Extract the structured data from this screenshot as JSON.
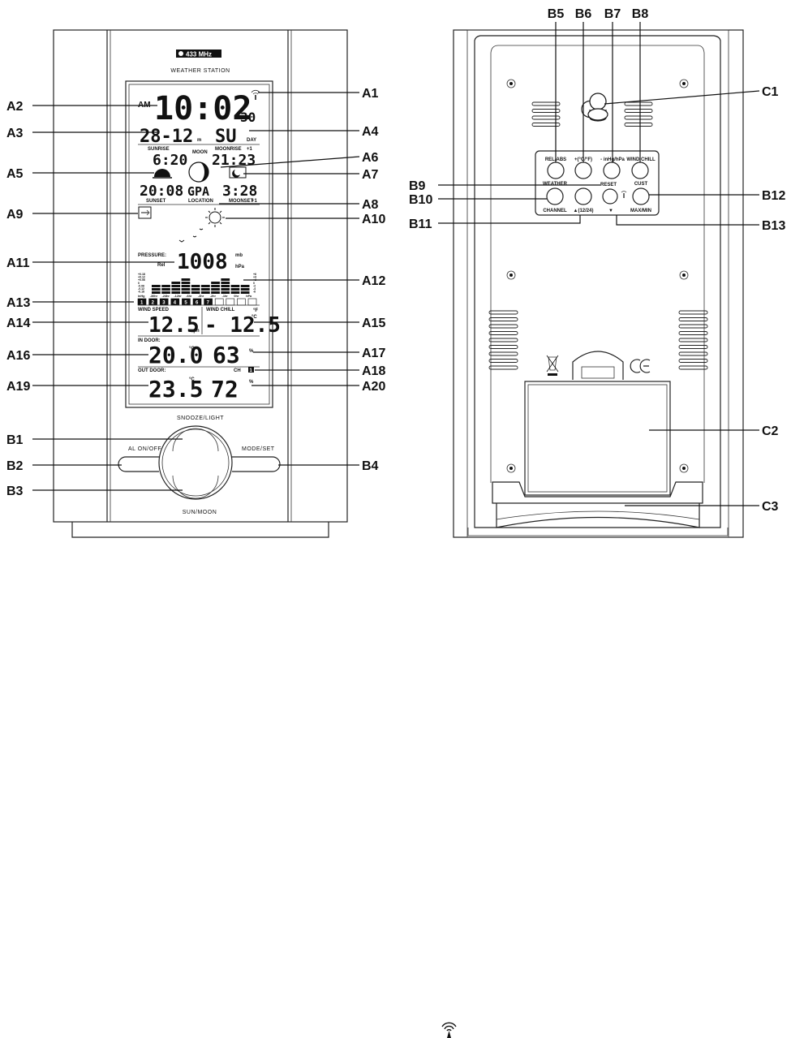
{
  "front": {
    "badge": "433 MHz",
    "brand": "WEATHER STATION",
    "time": {
      "ampm": "AM",
      "main": "10:02",
      "seconds": "30"
    },
    "date": {
      "value": "28-12",
      "month_unit": "m",
      "weekday": "SU",
      "weekday_unit": "DAY"
    },
    "sun_moon": {
      "sunrise_label": "SUNRISE",
      "sunrise": "6:20",
      "moonrise_label": "MOONRISE",
      "moonrise_suffix": "+1",
      "moonrise": "21:23",
      "moon_label": "MOON",
      "sunset": "20:08",
      "location": "GPA",
      "moonset": "3:28",
      "sunset_label": "SUNSET",
      "location_label": "LOCATION",
      "moonset_label": "MOONSET",
      "moonset_suffix": "+1"
    },
    "pressure": {
      "label": "PRESSURE:",
      "rel": "Rel",
      "value": "1008",
      "unit_mb": "mb",
      "unit_hpa": "hPa",
      "left_scale": [
        "+0.18",
        "+0.12",
        "+0.06",
        "0",
        "-0.06",
        "-0.12",
        "-0.18"
      ],
      "right_scale": [
        "+6",
        "+4",
        "+2",
        "0",
        "-2",
        "-4",
        "-6"
      ],
      "x_labels": [
        "inHg",
        "-30hr",
        "-24hr",
        "-12hr",
        "-6hr",
        "-3hr",
        "-2hr",
        "-1hr",
        "0hr",
        "hPa"
      ],
      "bars": [
        3,
        3,
        4,
        5,
        3,
        3,
        4,
        5,
        3,
        3
      ],
      "channel_boxes": [
        "1",
        "2",
        "3",
        "4",
        "5",
        "6",
        "7"
      ]
    },
    "wind": {
      "speed_label": "WIND SPEED",
      "speed": "12.5",
      "speed_unit": "mph",
      "chill_label": "WIND CHILL",
      "chill": "- 12.5",
      "chill_unit": "°C",
      "chill_sub": "°F"
    },
    "indoor": {
      "label": "IN DOOR:",
      "temp": "20.0",
      "temp_unit": "°C",
      "humidity": "63",
      "humidity_unit": "%"
    },
    "outdoor": {
      "label": "OUT DOOR:",
      "ch_label": "CH",
      "ch": "1",
      "temp": "23.5",
      "temp_unit": "°C",
      "humidity": "72",
      "humidity_unit": "%"
    },
    "buttons": {
      "snooze": "SNOOZE/LIGHT",
      "alarm": "AL ON/OFF",
      "mode": "MODE/SET",
      "sunmoon": "SUN/MOON"
    }
  },
  "back": {
    "buttons_top": [
      "REL/ABS",
      "+(°C/°F)",
      "- inHg/hPa",
      "WIND CHILL"
    ],
    "weather": "WEATHER",
    "reset": "RESET",
    "cust": "CUST",
    "buttons_bottom": [
      "CHANNEL",
      "▲(12/24)",
      "▼",
      "MAX/MIN"
    ]
  },
  "callouts": {
    "left": [
      "A2",
      "A3",
      "A5",
      "A9",
      "A11",
      "A13",
      "A14",
      "A16",
      "A19",
      "B1",
      "B2",
      "B3"
    ],
    "right": [
      "A1",
      "A4",
      "A6",
      "A7",
      "A8",
      "A10",
      "A12",
      "A15",
      "A17",
      "A18",
      "A20",
      "B4"
    ],
    "back_top": [
      "B5",
      "B6",
      "B7",
      "B8"
    ],
    "back_left": [
      "B9",
      "B10",
      "B11"
    ],
    "back_right": [
      "C1",
      "B12",
      "B13",
      "C2",
      "C3"
    ]
  }
}
